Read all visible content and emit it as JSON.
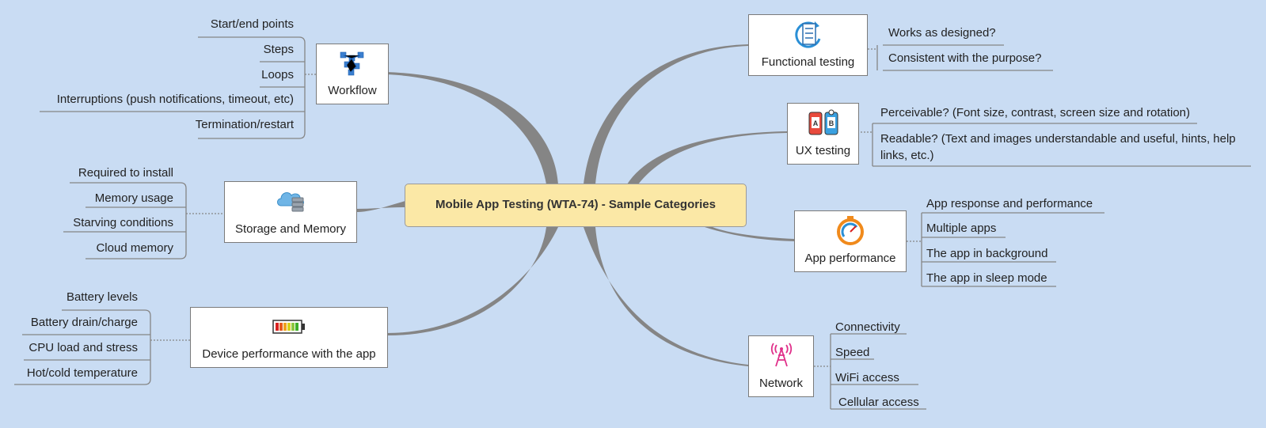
{
  "central": {
    "title": "Mobile App Testing (WTA-74) - Sample Categories"
  },
  "branches": {
    "workflow": {
      "label": "Workflow",
      "icon": "workflow-network-icon",
      "leaves": [
        "Start/end points",
        "Steps",
        "Loops",
        "Interruptions (push notifications, timeout, etc)",
        "Termination/restart"
      ]
    },
    "storage": {
      "label": "Storage and Memory",
      "icon": "cloud-storage-icon",
      "leaves": [
        "Required to install",
        "Memory usage",
        "Starving conditions",
        "Cloud memory"
      ]
    },
    "device": {
      "label": "Device performance with the app",
      "icon": "battery-icon",
      "leaves": [
        "Battery levels",
        "Battery drain/charge",
        "CPU load and stress",
        "Hot/cold temperature"
      ]
    },
    "functional": {
      "label": "Functional testing",
      "icon": "checklist-icon",
      "leaves": [
        "Works as designed?",
        "Consistent with the purpose?"
      ]
    },
    "ux": {
      "label": "UX testing",
      "icon": "ab-test-phones-icon",
      "leaves": [
        "Perceivable? (Font size, contrast, screen size and rotation)",
        "Readable? (Text and images understandable and useful, hints, help links, etc.)"
      ]
    },
    "performance": {
      "label": "App performance",
      "icon": "stopwatch-icon",
      "leaves": [
        "App response and performance",
        "Multiple apps",
        "The app in background",
        "The app in sleep mode"
      ]
    },
    "network": {
      "label": "Network",
      "icon": "antenna-tower-icon",
      "leaves": [
        "Connectivity",
        "Speed",
        "WiFi access",
        "Cellular access"
      ]
    }
  },
  "colors": {
    "background": "#c9dcf3",
    "connector": "#858585",
    "central_fill": "#fbe8a6",
    "node_fill": "#ffffff"
  }
}
